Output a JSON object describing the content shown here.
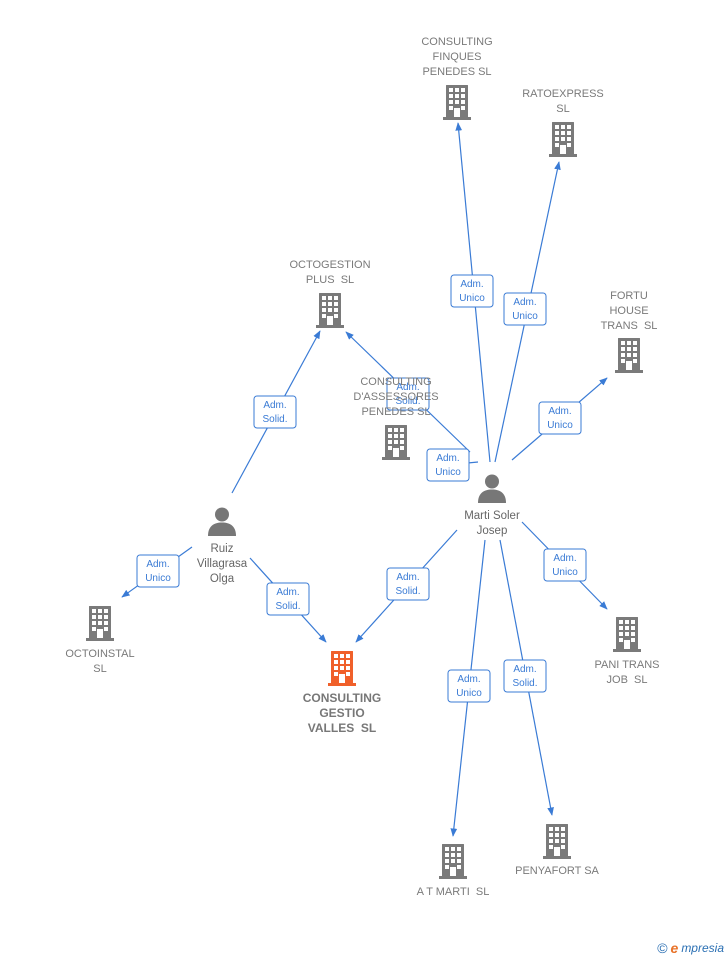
{
  "colors": {
    "edge": "#3a7bd5",
    "company": "#7a7a7a",
    "focus_company": "#f0602a",
    "person": "#777777"
  },
  "nodes": [
    {
      "id": "consulting_finques",
      "type": "company",
      "label": [
        "CONSULTING",
        "FINQUES",
        "PENEDES SL"
      ]
    },
    {
      "id": "ratoexpress",
      "type": "company",
      "label": [
        "RATOEXPRESS",
        "SL"
      ]
    },
    {
      "id": "octogestion",
      "type": "company",
      "label": [
        "OCTOGESTION",
        "PLUS  SL"
      ]
    },
    {
      "id": "fortu_house",
      "type": "company",
      "label": [
        "FORTU",
        "HOUSE",
        "TRANS  SL"
      ]
    },
    {
      "id": "consulting_assessores",
      "type": "company",
      "label": [
        "CONSULTING",
        "D'ASSESSORES",
        "PENEDES SL"
      ]
    },
    {
      "id": "marti_soler",
      "type": "person",
      "label": [
        "Marti Soler",
        "Josep"
      ]
    },
    {
      "id": "ruiz_villagrasa",
      "type": "person",
      "label": [
        "Ruiz",
        "Villagrasa",
        "Olga"
      ]
    },
    {
      "id": "octoinstal",
      "type": "company",
      "label": [
        "OCTOINSTAL",
        "SL"
      ]
    },
    {
      "id": "consulting_gestio",
      "type": "focus",
      "label": [
        "CONSULTING",
        "GESTIO",
        "VALLES  SL"
      ]
    },
    {
      "id": "pani_trans",
      "type": "company",
      "label": [
        "PANI TRANS",
        "JOB  SL"
      ]
    },
    {
      "id": "penyafort",
      "type": "company",
      "label": [
        "PENYAFORT SA"
      ]
    },
    {
      "id": "at_marti",
      "type": "company",
      "label": [
        "A T MARTI  SL"
      ]
    }
  ],
  "edges": [
    {
      "from": "marti_soler",
      "to": "consulting_finques",
      "label": [
        "Adm.",
        "Unico"
      ]
    },
    {
      "from": "marti_soler",
      "to": "ratoexpress",
      "label": [
        "Adm.",
        "Unico"
      ]
    },
    {
      "from": "marti_soler",
      "to": "octogestion",
      "label": [
        "Adm.",
        "Solid."
      ]
    },
    {
      "from": "marti_soler",
      "to": "consulting_assessores",
      "label": [
        "Adm.",
        "Unico"
      ]
    },
    {
      "from": "marti_soler",
      "to": "fortu_house",
      "label": [
        "Adm.",
        "Unico"
      ]
    },
    {
      "from": "marti_soler",
      "to": "pani_trans",
      "label": [
        "Adm.",
        "Unico"
      ]
    },
    {
      "from": "marti_soler",
      "to": "consulting_gestio",
      "label": [
        "Adm.",
        "Solid."
      ]
    },
    {
      "from": "marti_soler",
      "to": "at_marti",
      "label": [
        "Adm.",
        "Unico"
      ]
    },
    {
      "from": "marti_soler",
      "to": "penyafort",
      "label": [
        "Adm.",
        "Solid."
      ]
    },
    {
      "from": "ruiz_villagrasa",
      "to": "octogestion",
      "label": [
        "Adm.",
        "Solid."
      ]
    },
    {
      "from": "ruiz_villagrasa",
      "to": "octoinstal",
      "label": [
        "Adm.",
        "Unico"
      ]
    },
    {
      "from": "ruiz_villagrasa",
      "to": "consulting_gestio",
      "label": [
        "Adm.",
        "Solid."
      ]
    }
  ],
  "watermark": {
    "copyright": "©",
    "brand_initial": "e",
    "brand_rest": "mpresia"
  }
}
